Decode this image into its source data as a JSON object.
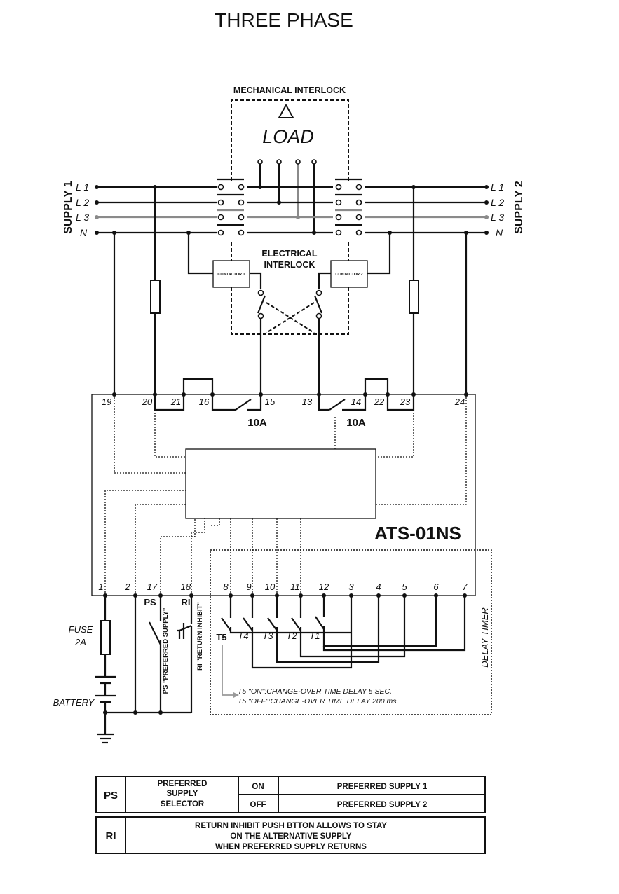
{
  "title": "THREE PHASE",
  "top": {
    "mechanical_interlock": "MECHANICAL INTERLOCK",
    "load": "LOAD"
  },
  "supply1": {
    "label": "SUPPLY 1",
    "lines": [
      "L 1",
      "L 2",
      "L 3",
      "N"
    ]
  },
  "supply2": {
    "label": "SUPPLY 2",
    "lines": [
      "L 1",
      "L 2",
      "L 3",
      "N"
    ]
  },
  "electrical_interlock": {
    "line1": "ELECTRICAL",
    "line2": "INTERLOCK"
  },
  "contactor1": "CONTACTOR 1",
  "contactor2": "CONTACTOR 2",
  "terminals_top": [
    "19",
    "20",
    "21",
    "16",
    "15",
    "13",
    "14",
    "22",
    "23",
    "24"
  ],
  "relay_rating_1": "10A",
  "relay_rating_2": "10A",
  "device_name": "ATS-01NS",
  "terminals_bottom": [
    "1",
    "2",
    "17",
    "18",
    "8",
    "9",
    "10",
    "11",
    "12",
    "3",
    "4",
    "5",
    "6",
    "7"
  ],
  "fuse": {
    "label": "FUSE",
    "rating": "2A"
  },
  "battery": "BATTERY",
  "ps": {
    "short": "PS",
    "desc": "PS \"PREFERRED SUPPLY\""
  },
  "ri": {
    "short": "RI",
    "desc": "RI \"RETURN INHIBIT\""
  },
  "timer_switches": [
    "T5",
    "T4",
    "T3",
    "T2",
    "T1"
  ],
  "delay_timer": "DELAY TIMER",
  "t5_notes": [
    "T5 \"ON\":CHANGE-OVER TIME DELAY 5 SEC.",
    "T5 \"OFF\":CHANGE-OVER TIME DELAY 200 ms."
  ],
  "table1": {
    "code": "PS",
    "selector": [
      "PREFERRED",
      "SUPPLY",
      "SELECTOR"
    ],
    "rows": [
      {
        "state": "ON",
        "value": "PREFERRED SUPPLY 1"
      },
      {
        "state": "OFF",
        "value": "PREFERRED SUPPLY 2"
      }
    ]
  },
  "table2": {
    "code": "RI",
    "lines": [
      "RETURN INHIBIT PUSH BTTON ALLOWS TO STAY",
      "ON THE ALTERNATIVE SUPPLY",
      "WHEN PREFERRED SUPPLY RETURNS"
    ]
  }
}
